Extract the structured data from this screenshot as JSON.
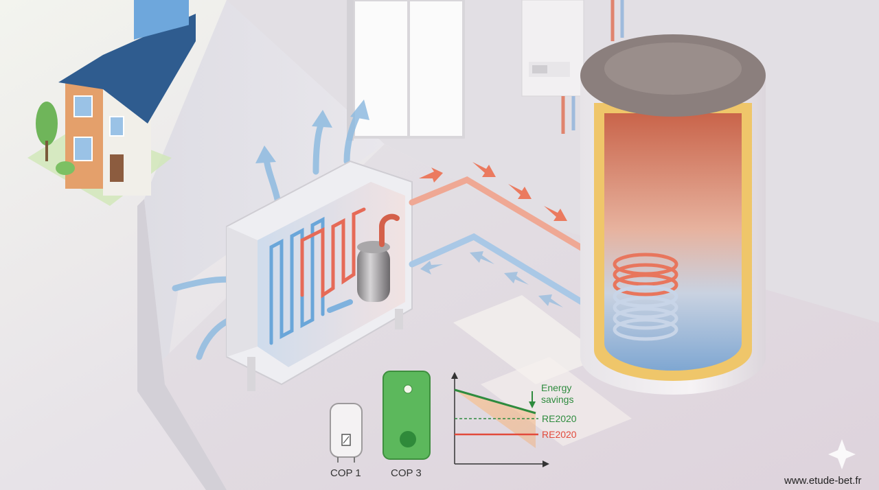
{
  "labels": {
    "cop_electric": "COP 1",
    "cop_heatpump": "COP 3",
    "energy_savings_line1": "Energy",
    "energy_savings_line2": "savings",
    "re2020_upper": "RE2020",
    "re2020_lower": "RE2020"
  },
  "watermark": "www.etude-bet.fr",
  "colors": {
    "hot": "#e8614a",
    "cold": "#7fb2de",
    "heatpump_tank": "#5cb85c",
    "savings_line": "#2e8b3e",
    "re2020_line": "#e24a3b",
    "tank_insulation": "#efc66a",
    "tank_lid": "#8b7f7d"
  }
}
